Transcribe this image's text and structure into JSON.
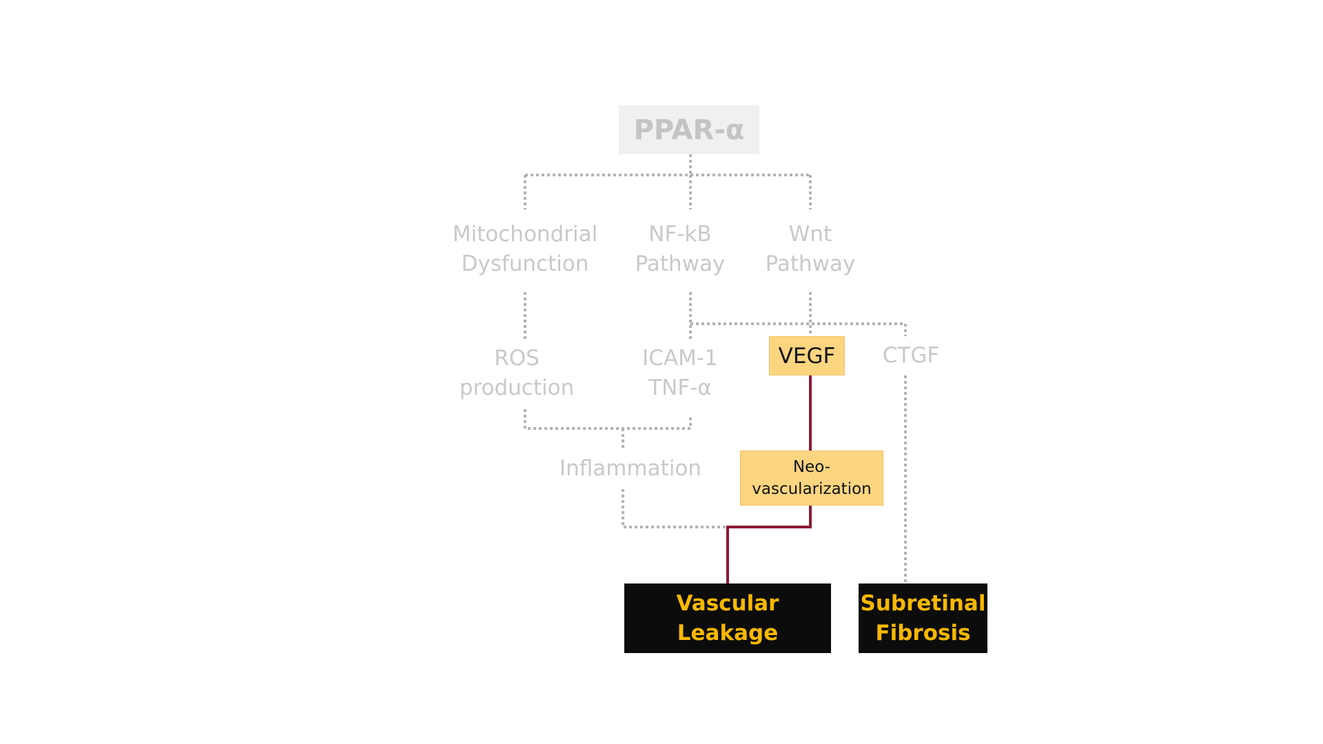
{
  "nodes": {
    "ppar": "PPAR-α",
    "mito_line1": "Mitochondrial",
    "mito_line2": "Dysfunction",
    "nfkb_line1": "NF-kB",
    "nfkb_line2": "Pathway",
    "wnt_line1": "Wnt",
    "wnt_line2": "Pathway",
    "ros_line1": "ROS",
    "ros_line2": "production",
    "icam_line1": "ICAM-1",
    "icam_line2": "TNF-α",
    "vegf": "VEGF",
    "ctgf": "CTGF",
    "inflammation": "Inflammation",
    "neo_line1": "Neo-",
    "neo_line2": "vascularization",
    "leak_line1": "Vascular",
    "leak_line2": "Leakage",
    "fib_line1": "Subretinal",
    "fib_line2": "Fibrosis"
  },
  "colors": {
    "faded_text": "#c9c9c9",
    "dotted_line": "#b3b3b3",
    "active_line": "#8b1a34",
    "highlight_fill": "#fcd580",
    "outcome_fill": "#0c0c0c",
    "outcome_text": "#f9b800"
  }
}
